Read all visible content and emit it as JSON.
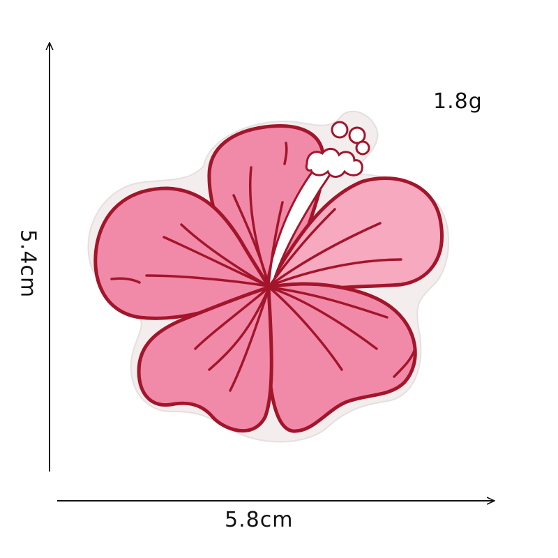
{
  "image": {
    "subject": "pink-hibiscus-embroidered-patch",
    "weight_label": "1.8g",
    "width_label": "5.8cm",
    "height_label": "5.4cm"
  },
  "colors": {
    "background": "#ffffff",
    "petal_fill": "#f08aa8",
    "petal_light": "#f6a9bf",
    "outline": "#a3152b",
    "border": "#f3eded",
    "arrow": "#111111"
  }
}
